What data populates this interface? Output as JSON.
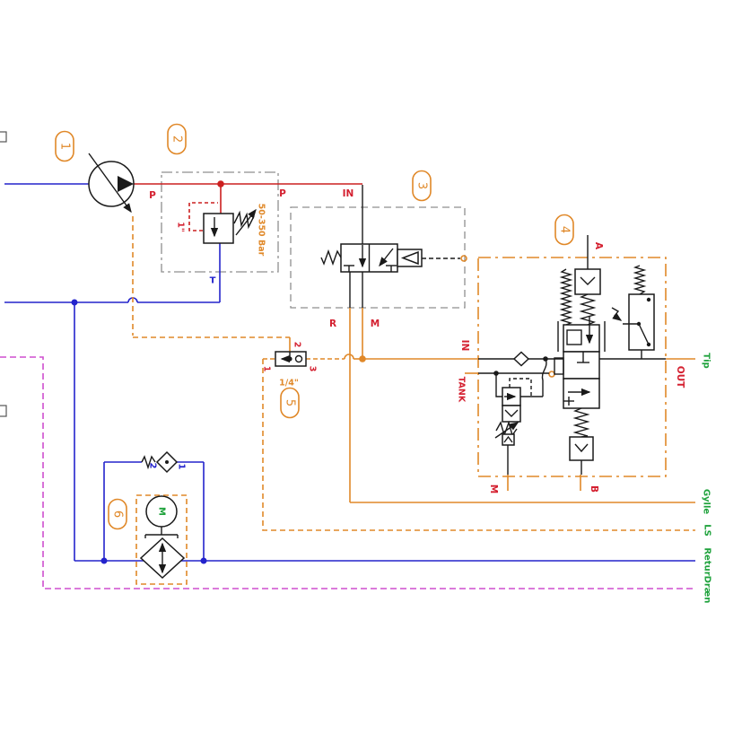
{
  "colors": {
    "blue": "#2323cc",
    "red": "#cc2020",
    "orange": "#e08828",
    "magenta": "#cf4fcf",
    "gray": "#8f8f8f",
    "black": "#1a1a1a",
    "label_red": "#d42030",
    "label_green": "#1fa23c"
  },
  "tags": {
    "t1": "1",
    "t2": "2",
    "t3": "3",
    "t4": "4",
    "t5": "5",
    "t6": "6"
  },
  "component2": {
    "p_in": "P",
    "p_out": "P",
    "t": "T",
    "pressure_range": "50-350 Bar",
    "pilot_port": "1\""
  },
  "component3": {
    "in": "IN",
    "r": "R",
    "m": "M"
  },
  "component4": {
    "a": "A",
    "in": "IN",
    "tank": "TANK",
    "out": "OUT",
    "m": "M",
    "b": "B"
  },
  "component5": {
    "size": "1/4\"",
    "port1": "1",
    "port2": "2",
    "port3": "3"
  },
  "component6": {
    "motor": "M",
    "port1": "1",
    "port2": "2"
  },
  "nets": {
    "tip": "Tip",
    "gylle": "Gylle",
    "ls": "LS",
    "retur": "Retur",
    "draen": "Dræn"
  }
}
